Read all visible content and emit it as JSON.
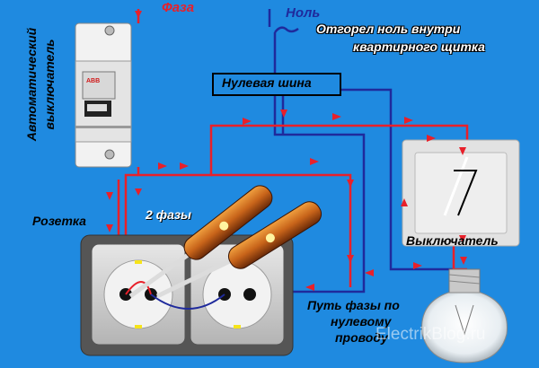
{
  "labels": {
    "phase": "Фаза",
    "neutral": "Ноль",
    "burned_neutral_line1": "Отгорел ноль внутри",
    "burned_neutral_line2": "квартирного щитка",
    "breaker_line1": "Автоматический",
    "breaker_line2": "выключатель",
    "neutral_bus": "Нулевая шина",
    "socket": "Розетка",
    "two_phases": "2 фазы",
    "switch": "Выключатель",
    "phase_path_line1": "Путь фазы по",
    "phase_path_line2": "нулевому",
    "phase_path_line3": "проводу",
    "watermark": "ElectrikBlog.ru"
  },
  "colors": {
    "background": "#1f8ae0",
    "phase_wire": "#e8202a",
    "neutral_wire": "#1f2a9c",
    "phase_label": "#e8202a",
    "neutral_label": "#1f2a9c",
    "bus_box": "#1f8ae0"
  }
}
